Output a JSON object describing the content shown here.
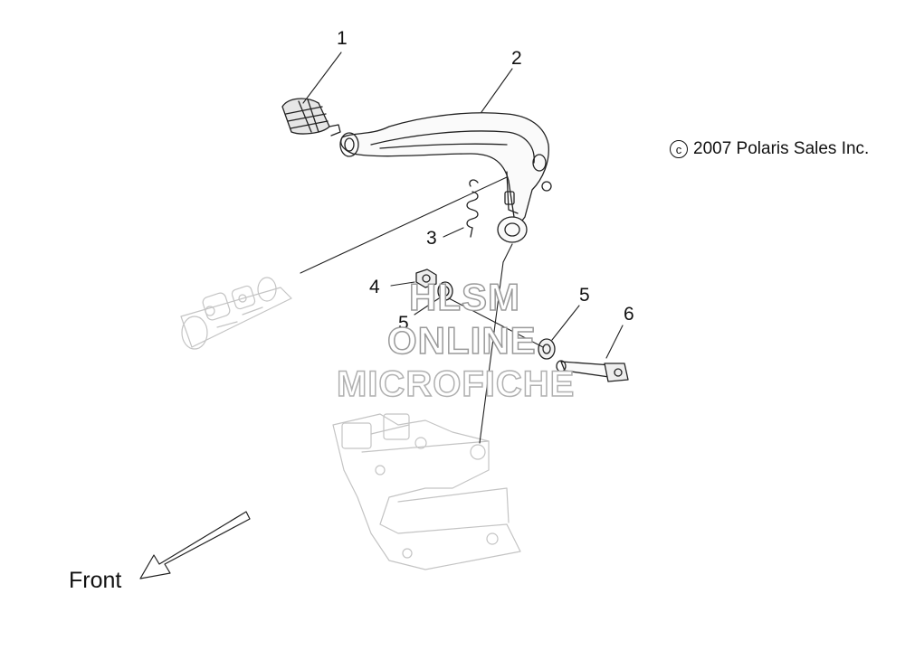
{
  "callouts": [
    {
      "id": "1",
      "text": "1"
    },
    {
      "id": "2",
      "text": "2"
    },
    {
      "id": "3",
      "text": "3"
    },
    {
      "id": "4",
      "text": "4"
    },
    {
      "id": "5a",
      "text": "5"
    },
    {
      "id": "5b",
      "text": "5"
    },
    {
      "id": "6",
      "text": "6"
    }
  ],
  "copyright": {
    "symbol": "c",
    "text": "2007 Polaris Sales Inc."
  },
  "front_label": "Front",
  "watermark": {
    "line1": "HLSM",
    "line2": "ONLINE",
    "line3": "MICROFICHE"
  }
}
